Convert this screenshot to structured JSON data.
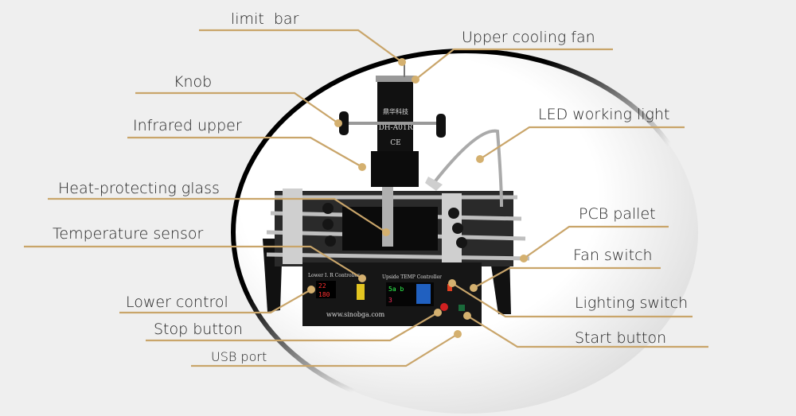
{
  "colors": {
    "leader": "#c9a56a",
    "dot": "#d4b06f",
    "background": "#efefef",
    "device": "#1a1a1a"
  },
  "labels": {
    "limit_bar": "limit  bar",
    "upper_cooling_fan": "Upper cooling fan",
    "knob": "Knob",
    "led_working_light": "LED working light",
    "infrared_upper": "Infrared upper",
    "heat_protecting_glass": "Heat-protecting glass",
    "pcb_pallet": "PCB pallet",
    "temperature_sensor": "Temperature sensor",
    "fan_switch": "Fan switch",
    "lower_control": "Lower control",
    "lighting_switch": "Lighting switch",
    "stop_button": "Stop button",
    "start_button": "Start button",
    "usb_port": "USB port"
  },
  "device": {
    "brand": "鼎华科技",
    "model": "DH-A01R",
    "ce_mark": "CE",
    "website": "www.sinobga.com",
    "lower_panel": "Lower I. R Controller",
    "upper_panel": "Upside TEMP Controller",
    "display_lower_top": "22",
    "display_lower_bottom": "180",
    "display_upper": "5a b",
    "display_upper2": "3"
  }
}
